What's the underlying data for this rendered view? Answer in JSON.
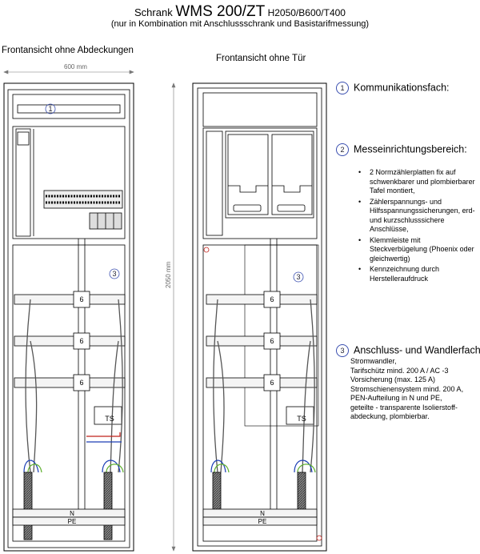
{
  "header": {
    "title_prefix": "Schrank ",
    "title_main": "WMS 200/ZT",
    "title_suffix": " H2050/B600/T400",
    "subtitle": "(nur in Kombination mit Anschlussschrank und Basistarifmessung)"
  },
  "left_view": {
    "label": "Frontansicht ohne Abdeckungen",
    "width_dim": "600 mm",
    "height_dim": "2050 mm"
  },
  "right_view": {
    "label": "Frontansicht ohne Tür"
  },
  "callouts": [
    "1",
    "2",
    "3"
  ],
  "terminal_marks": {
    "meter_terminal": "6",
    "ts_label": "TS",
    "n_label": "N",
    "pe_label": "PE"
  },
  "sections": {
    "s1": {
      "number": "1",
      "title": "Kommunikationsfach:"
    },
    "s2": {
      "number": "2",
      "title": "Messeinrichtungsbereich:",
      "bullets": [
        "2 Normzählerplatten fix auf schwenkbarer und plombierbarer Tafel montiert,",
        "Zählerspannungs- und Hilfsspannungssicherungen, erd- und kurzschlusssichere Anschlüsse,",
        "Klemmleiste mit Steckverbügelung (Phoenix oder gleichwertig)",
        "Kennzeichnung durch Herstelleraufdruck"
      ]
    },
    "s3": {
      "number": "3",
      "title": "Anschluss- und Wandlerfach:",
      "lines": [
        "Stromwandler,",
        "Tarifschütz mind. 200 A / AC -3",
        "Vorsicherung (max. 125 A)",
        "Stromschienensystem mind. 200 A,",
        "PEN-Aufteilung in N und PE,",
        "geteilte - transparente Isolierstoff-",
        "abdeckung, plombierbar."
      ]
    }
  }
}
